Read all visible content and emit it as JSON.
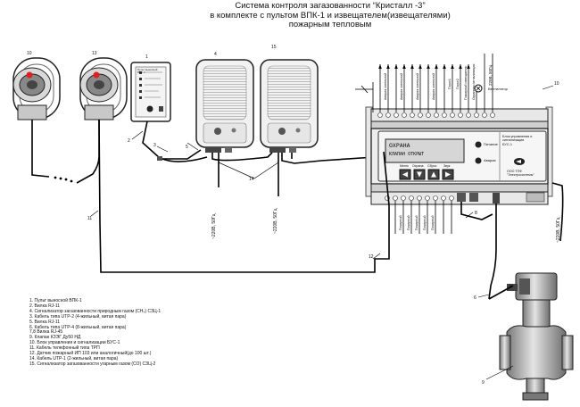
{
  "title": {
    "line1": "Система контроля загазованности “Кристалл -3”",
    "line2": "в комплекте с пультом ВПК-1 и извещателем(извещателями)",
    "line3": "пожарным тепловым"
  },
  "callouts": {
    "n10_left": "10",
    "n13": "13",
    "n1": "1",
    "n4": "4",
    "n15": "15",
    "n2": "2",
    "n3": "3",
    "n5": "5",
    "n14": "14",
    "n11": "11",
    "n10_right": "10",
    "n12": "12",
    "n8": "8",
    "n6": "6",
    "n9": "9",
    "n7": "7"
  },
  "pult": {
    "title": "Пульт выносной ВПК-1"
  },
  "controller": {
    "display_line1": "ОХРАНА",
    "display_line2": "КЛАПАН ОТКРЫТ",
    "led_power": "Питание",
    "led_alarm": "Авария",
    "btn_labels": [
      "Меню",
      "Охрана",
      "Сброс",
      "Звук"
    ],
    "name_line1": "Блок управления и",
    "name_line2": "сигнализации",
    "name_line3": "БУС-1",
    "maker_line1": "ООО ТПФ",
    "maker_line2": "\"Электросистемы\""
  },
  "top_wires": [
    "Авария котельной",
    "Авария котельной",
    "Авария котельной",
    "Авария котельной",
    "Порог1",
    "Порог2",
    "Пожарный извещатель",
    "Охранная сигнализация"
  ],
  "top_voltage": "220В, 50Гц",
  "fan_label": "Вентилятор",
  "bottom_wires": [
    "Пожарный",
    "Пожарный",
    "Пожарный",
    "Пожарный",
    "Пожарный"
  ],
  "power_labels": {
    "sensor4": "~220В, 50Гц",
    "sensor15": "~220В, 50Гц",
    "controller": "~220В, 50Гц"
  },
  "legend": [
    "1. Пульт выносной ВПК-1",
    "2. Вилка RJ-11",
    "4. Сигнализатор загазованности природным газом (СН₄) СЗЦ-1",
    "3. Кабель типа    UTP-2  (4-жильный, витая пара)",
    "5. Вилка RJ-11",
    "6. Кабель типа       UTP-4 (8-жильный, витая пара)",
    "7,8 Вилка RJ-45",
    "9. Клапан КЗЭГ Ду50 НД",
    "10. Блок управления и сигнализации БУС-1",
    "11. Кабель телефонный типа ТРП",
    "12. Датчик пожарный ИП 103 или аналогичный(до 100 шт.)",
    "14. Кабель UTP-1 (2-жильный, витая пара)",
    "15. Сигнализатор загазованности угарным газом (СО) СЗЦ-2"
  ]
}
